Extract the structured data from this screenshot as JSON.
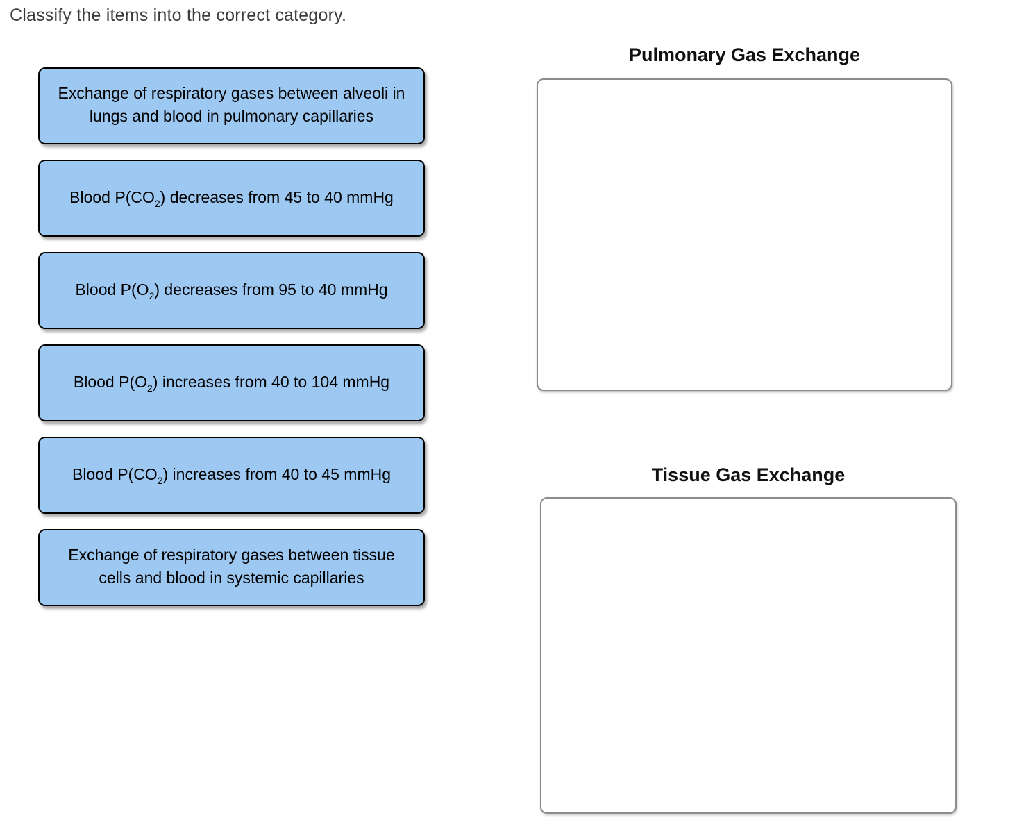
{
  "instruction": "Classify the items into the correct category.",
  "items": [
    {
      "text_pre": "Exchange of respiratory gases between alveoli in lungs and blood in pulmonary capillaries",
      "sub": "",
      "text_post": ""
    },
    {
      "text_pre": "Blood P(CO",
      "sub": "2",
      "text_post": ") decreases from 45 to 40 mmHg"
    },
    {
      "text_pre": "Blood P(O",
      "sub": "2",
      "text_post": ") decreases from 95 to 40 mmHg"
    },
    {
      "text_pre": "Blood P(O",
      "sub": "2",
      "text_post": ") increases from 40 to 104 mmHg"
    },
    {
      "text_pre": "Blood P(CO",
      "sub": "2",
      "text_post": ") increases from 40 to 45 mmHg"
    },
    {
      "text_pre": "Exchange of respiratory gases between tissue cells and blood in systemic capillaries",
      "sub": "",
      "text_post": ""
    }
  ],
  "categories": {
    "pulmonary": {
      "label": "Pulmonary Gas Exchange"
    },
    "tissue": {
      "label": "Tissue Gas Exchange"
    }
  },
  "colors": {
    "item_bg": "#9cc8f2",
    "item_border": "#000000",
    "zone_border": "#8c8c8c",
    "instruction_text": "#3b3b3b",
    "heading_text": "#111111"
  }
}
